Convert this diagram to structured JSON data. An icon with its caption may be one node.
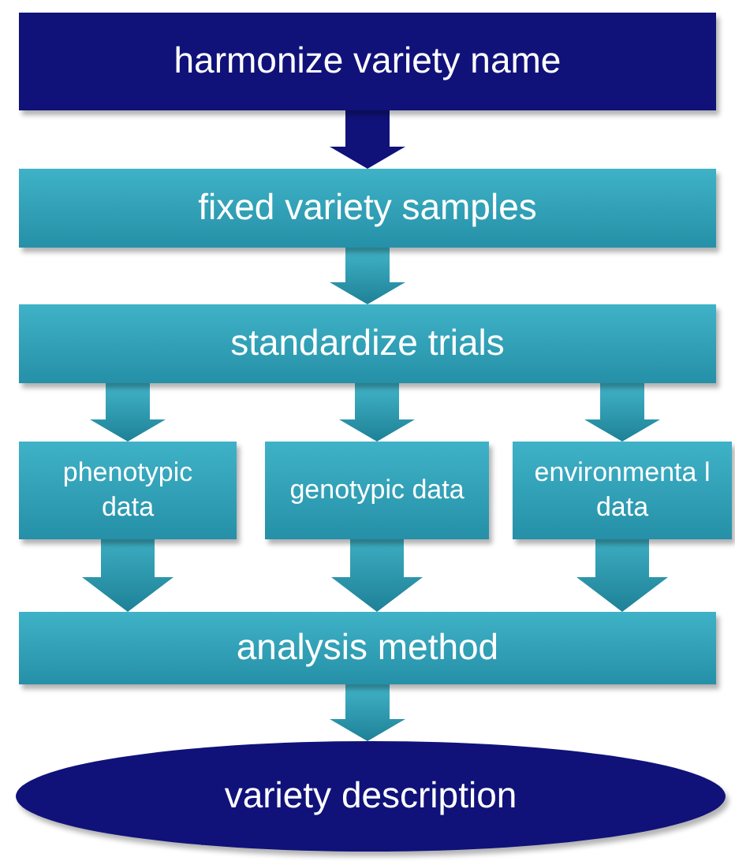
{
  "diagram": {
    "nodes": [
      {
        "text": [
          "harmonize variety name"
        ]
      },
      {
        "text": [
          "fixed variety samples"
        ]
      },
      {
        "text": [
          "standardize trials"
        ]
      },
      {
        "text": [
          "phenotypic data"
        ]
      },
      {
        "text": [
          "genotypic data"
        ]
      },
      {
        "text": [
          "environmenta l data"
        ]
      },
      {
        "text": [
          "analysis method"
        ]
      },
      {
        "text": [
          "variety description"
        ]
      }
    ],
    "edges": [
      {
        "from": 0,
        "to": 1,
        "arrow": "to",
        "color": "#10127a"
      },
      {
        "from": 1,
        "to": 2,
        "arrow": "to"
      },
      {
        "from": 2,
        "to": 3,
        "arrow": "to"
      },
      {
        "from": 2,
        "to": 4,
        "arrow": "to"
      },
      {
        "from": 2,
        "to": 5,
        "arrow": "to"
      },
      {
        "from": 3,
        "to": 6,
        "arrow": "to"
      },
      {
        "from": 4,
        "to": 6,
        "arrow": "to"
      },
      {
        "from": 5,
        "to": 6,
        "arrow": "to"
      },
      {
        "from": 6,
        "to": 7,
        "arrow": "to"
      }
    ]
  }
}
